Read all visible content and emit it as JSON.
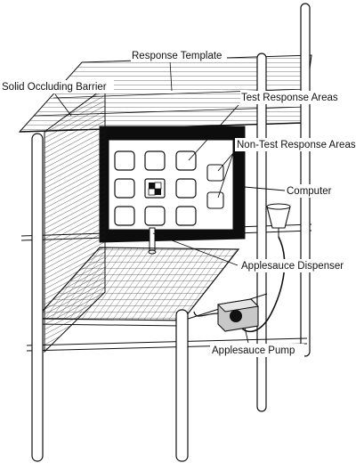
{
  "figure": {
    "labels": {
      "response_template": "Response Template",
      "solid_occluding_barrier": "Solid Occluding Barrier",
      "test_response_areas": "Test Response Areas",
      "non_test_response_areas": "Non-Test Response Areas",
      "computer": "Computer",
      "applesauce_dispenser": "Applesauce Dispenser",
      "applesauce_pump": "Applesauce Pump"
    },
    "colors": {
      "ink": "#111111",
      "screen": "#0d0d0d",
      "paper": "#ffffff"
    }
  }
}
